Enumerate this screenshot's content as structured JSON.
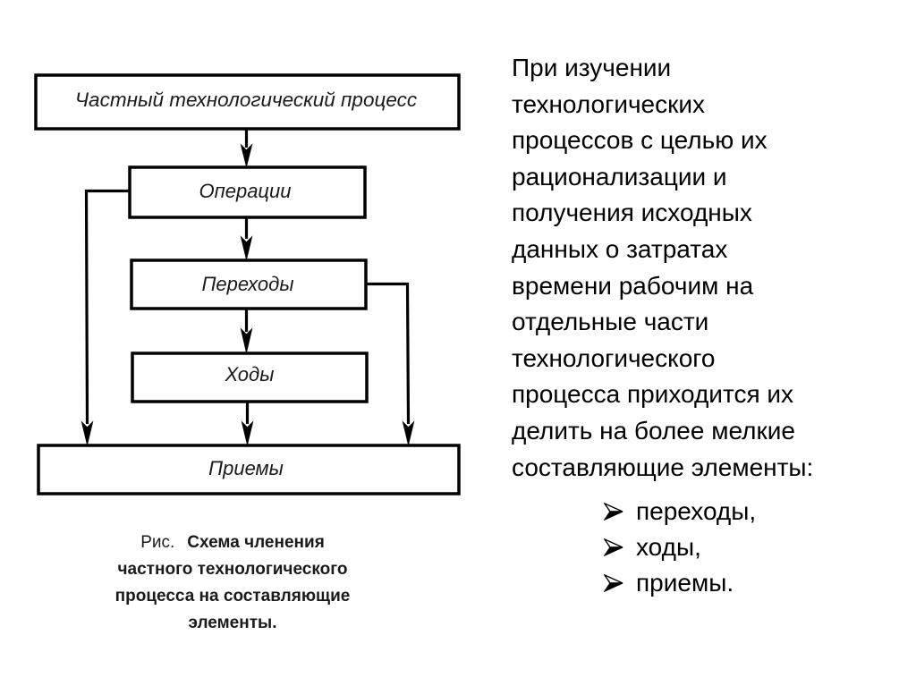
{
  "diagram": {
    "nodes": [
      {
        "id": "process",
        "label": "Частный технологический процесс"
      },
      {
        "id": "operations",
        "label": "Операции"
      },
      {
        "id": "transitions",
        "label": "Переходы"
      },
      {
        "id": "passes",
        "label": "Ходы"
      },
      {
        "id": "techniques",
        "label": "Приемы"
      }
    ],
    "edges": [
      {
        "from": "process",
        "to": "operations"
      },
      {
        "from": "operations",
        "to": "transitions"
      },
      {
        "from": "transitions",
        "to": "passes"
      },
      {
        "from": "passes",
        "to": "techniques"
      },
      {
        "from": "operations",
        "to": "techniques",
        "route": "left-bypass"
      },
      {
        "from": "transitions",
        "to": "techniques",
        "route": "right-bypass"
      }
    ],
    "colors": {
      "stroke": "#000000",
      "box_fill": "#ffffff",
      "text": "#1a1a1a"
    }
  },
  "caption": {
    "prefix": "Рис.",
    "title_lines": [
      "Схема членения",
      "частного технологического",
      "процесса на составляющие",
      "элементы."
    ]
  },
  "description": {
    "lines": [
      "При изучении",
      "технологических",
      "процессов с целью их",
      "рационализации и",
      "получения исходных",
      "данных о затратах",
      "времени рабочим на",
      "отдельные части",
      "технологического",
      "процесса приходится их",
      "делить на более мелкие",
      "составляющие элементы:"
    ],
    "bullet_icon": "arrowhead-bullet-icon",
    "bullets": [
      "переходы,",
      "ходы,",
      "приемы."
    ]
  }
}
